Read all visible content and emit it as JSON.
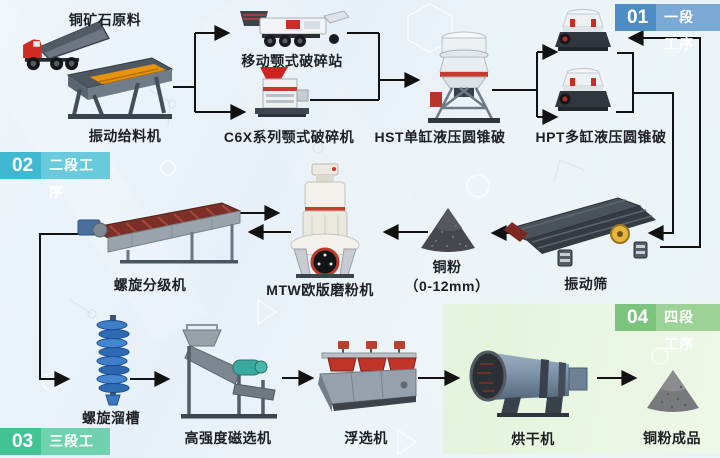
{
  "stages": [
    {
      "number": "01",
      "label": "一段工序",
      "number_bg": "#4e8cc6",
      "label_bg": "#7aa9d6"
    },
    {
      "number": "02",
      "label": "二段工序",
      "number_bg": "#3fb9d1",
      "label_bg": "#68cadb"
    },
    {
      "number": "03",
      "label": "三段工序",
      "number_bg": "#43c393",
      "label_bg": "#6fd2ae"
    },
    {
      "number": "04",
      "label": "四段工序",
      "number_bg": "#7cc47b",
      "label_bg": "#9dd297"
    }
  ],
  "nodes": {
    "raw_material": {
      "label": "铜矿石原料",
      "icon": "dump-truck"
    },
    "vibrating_feeder": {
      "label": "振动给料机",
      "icon": "vibrating-feeder"
    },
    "mobile_jaw_station": {
      "label": "移动颚式破碎站",
      "icon": "mobile-jaw-crusher"
    },
    "c6x_jaw_crusher": {
      "label": "C6X系列颚式破碎机",
      "icon": "jaw-crusher"
    },
    "hst_cone_crusher": {
      "label": "HST单缸液压圆锥破",
      "icon": "cone-crusher"
    },
    "hpt_cone_crusher": {
      "label": "HPT多缸液压圆锥破",
      "icon": "cone-crusher-pair"
    },
    "vibrating_screen": {
      "label": "振动筛",
      "icon": "vibrating-screen"
    },
    "copper_powder": {
      "label": "铜粉",
      "sublabel": "（0-12mm）",
      "icon": "material-pile"
    },
    "mtw_mill": {
      "label": "MTW欧版磨粉机",
      "icon": "grinding-mill"
    },
    "spiral_classifier": {
      "label": "螺旋分级机",
      "icon": "spiral-classifier"
    },
    "spiral_chute": {
      "label": "螺旋溜槽",
      "icon": "spiral-chute"
    },
    "magnetic_separator": {
      "label": "高强度磁选机",
      "icon": "magnetic-separator"
    },
    "flotation_machine": {
      "label": "浮选机",
      "icon": "flotation-machine"
    },
    "dryer": {
      "label": "烘干机",
      "icon": "rotary-dryer"
    },
    "finished_product": {
      "label": "铜粉成品",
      "icon": "material-pile"
    }
  }
}
